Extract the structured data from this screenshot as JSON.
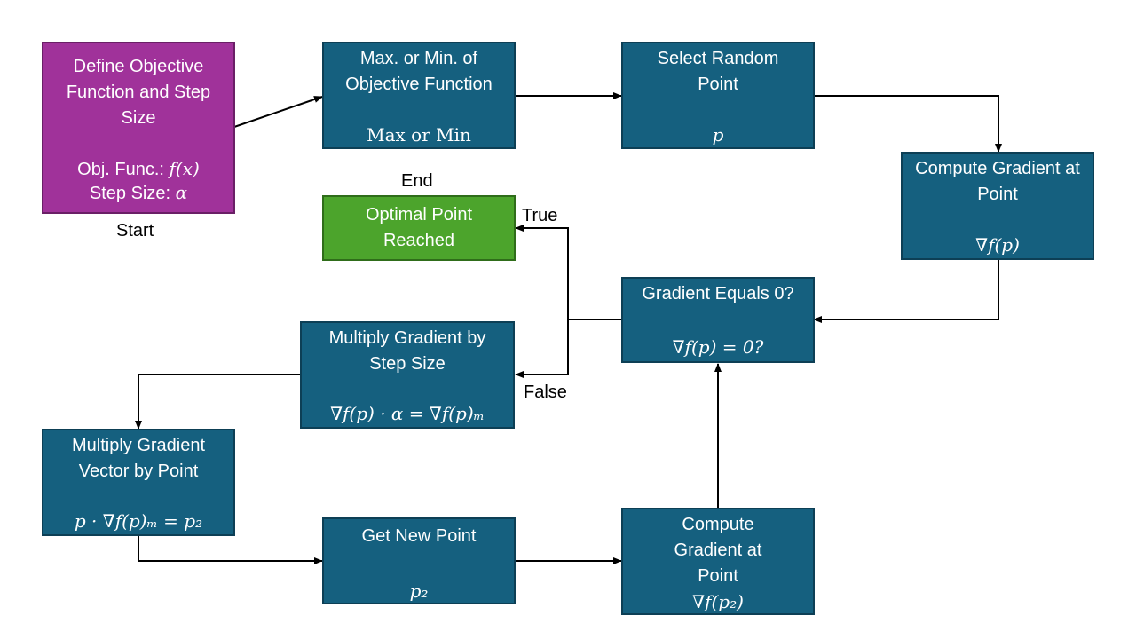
{
  "colors": {
    "process": "#15607f",
    "start": "#a0329a",
    "end": "#4ca42c",
    "arrow": "#000000"
  },
  "nodes": {
    "start": {
      "title": "Define Objective Function and Step Size",
      "obj_func_label": "Obj. Func.:",
      "obj_func_math": "f(x)",
      "step_size_label": "Step Size:",
      "step_size_math": "α"
    },
    "max_min": {
      "title": "Max. or Min. of Objective Function",
      "math": "Max or Min"
    },
    "select_point": {
      "title": "Select Random Point",
      "math": "p"
    },
    "compute_gradient_1": {
      "title": "Compute Gradient at Point",
      "math": "∇f(p)"
    },
    "gradient_equals_zero": {
      "title": "Gradient Equals 0?",
      "math": "∇f(p) = 0?"
    },
    "optimal_point": {
      "title": "Optimal Point Reached"
    },
    "multiply_step": {
      "title": "Multiply Gradient by Step Size",
      "math": "∇f(p) · α = ∇f(p)ₘ"
    },
    "multiply_vector": {
      "title": "Multiply Gradient Vector by Point",
      "math": "p · ∇f(p)ₘ = p₂"
    },
    "new_point": {
      "title": "Get New Point",
      "math": "p₂"
    },
    "compute_gradient_2": {
      "title": "Compute Gradient at Point",
      "math": "∇f(p₂)"
    }
  },
  "labels": {
    "start": "Start",
    "end": "End",
    "true": "True",
    "false": "False"
  }
}
